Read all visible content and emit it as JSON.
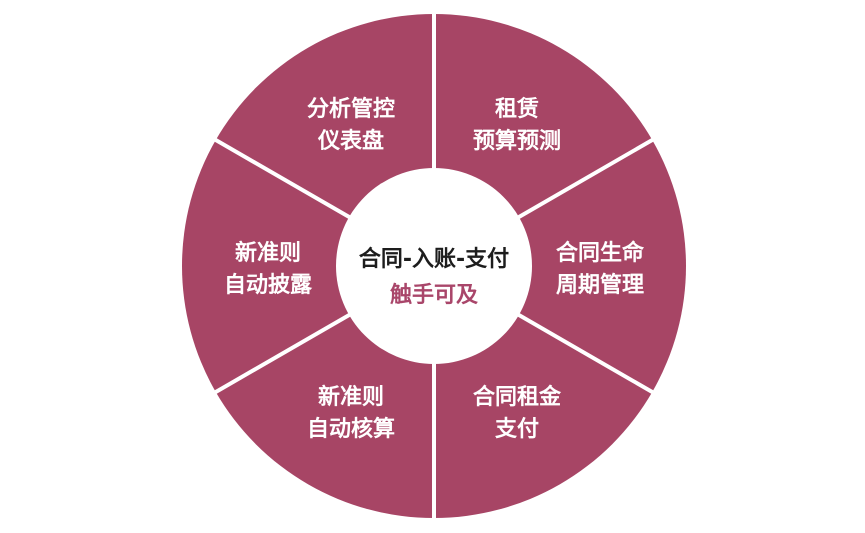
{
  "colors": {
    "segment_fill": "#a74565",
    "separator": "#ffffff",
    "center_fill": "#ffffff",
    "center_line1_text": "#1d1d1d",
    "center_line2_text": "#a9466a",
    "segment_text": "#ffffff"
  },
  "center": {
    "line1": "合同-入账-支付",
    "line2": "触手可及"
  },
  "segments": [
    {
      "id": "lease-budget",
      "line1": "租赁",
      "line2": "预算预测"
    },
    {
      "id": "contract-lifecycle",
      "line1": "合同生命",
      "line2": "周期管理"
    },
    {
      "id": "rent-payment",
      "line1": "合同租金",
      "line2": "支付"
    },
    {
      "id": "auto-accounting",
      "line1": "新准则",
      "line2": "自动核算"
    },
    {
      "id": "auto-disclosure",
      "line1": "新准则",
      "line2": "自动披露"
    },
    {
      "id": "analytics-dashboard",
      "line1": "分析管控",
      "line2": "仪表盘"
    }
  ]
}
